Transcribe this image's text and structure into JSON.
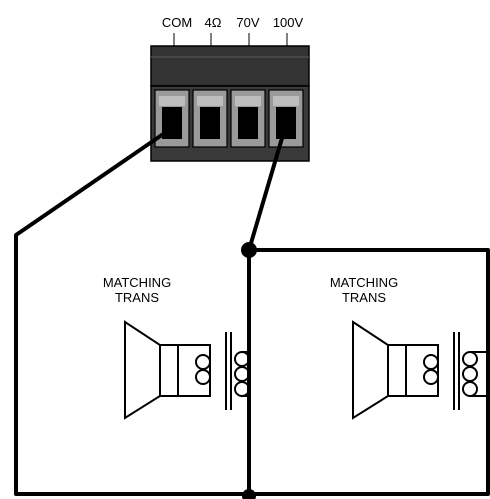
{
  "terminal_block": {
    "labels": [
      "COM",
      "4Ω",
      "70V",
      "100V"
    ]
  },
  "speakers": [
    {
      "label_line1": "MATCHING",
      "label_line2": "TRANS"
    },
    {
      "label_line1": "MATCHING",
      "label_line2": "TRANS"
    }
  ],
  "colors": {
    "block_body": "#3a3a3a",
    "block_top": "#333333",
    "terminal_face": "#9a9a9a",
    "terminal_hole": "#000000",
    "wire": "#000000",
    "background": "#ffffff"
  }
}
